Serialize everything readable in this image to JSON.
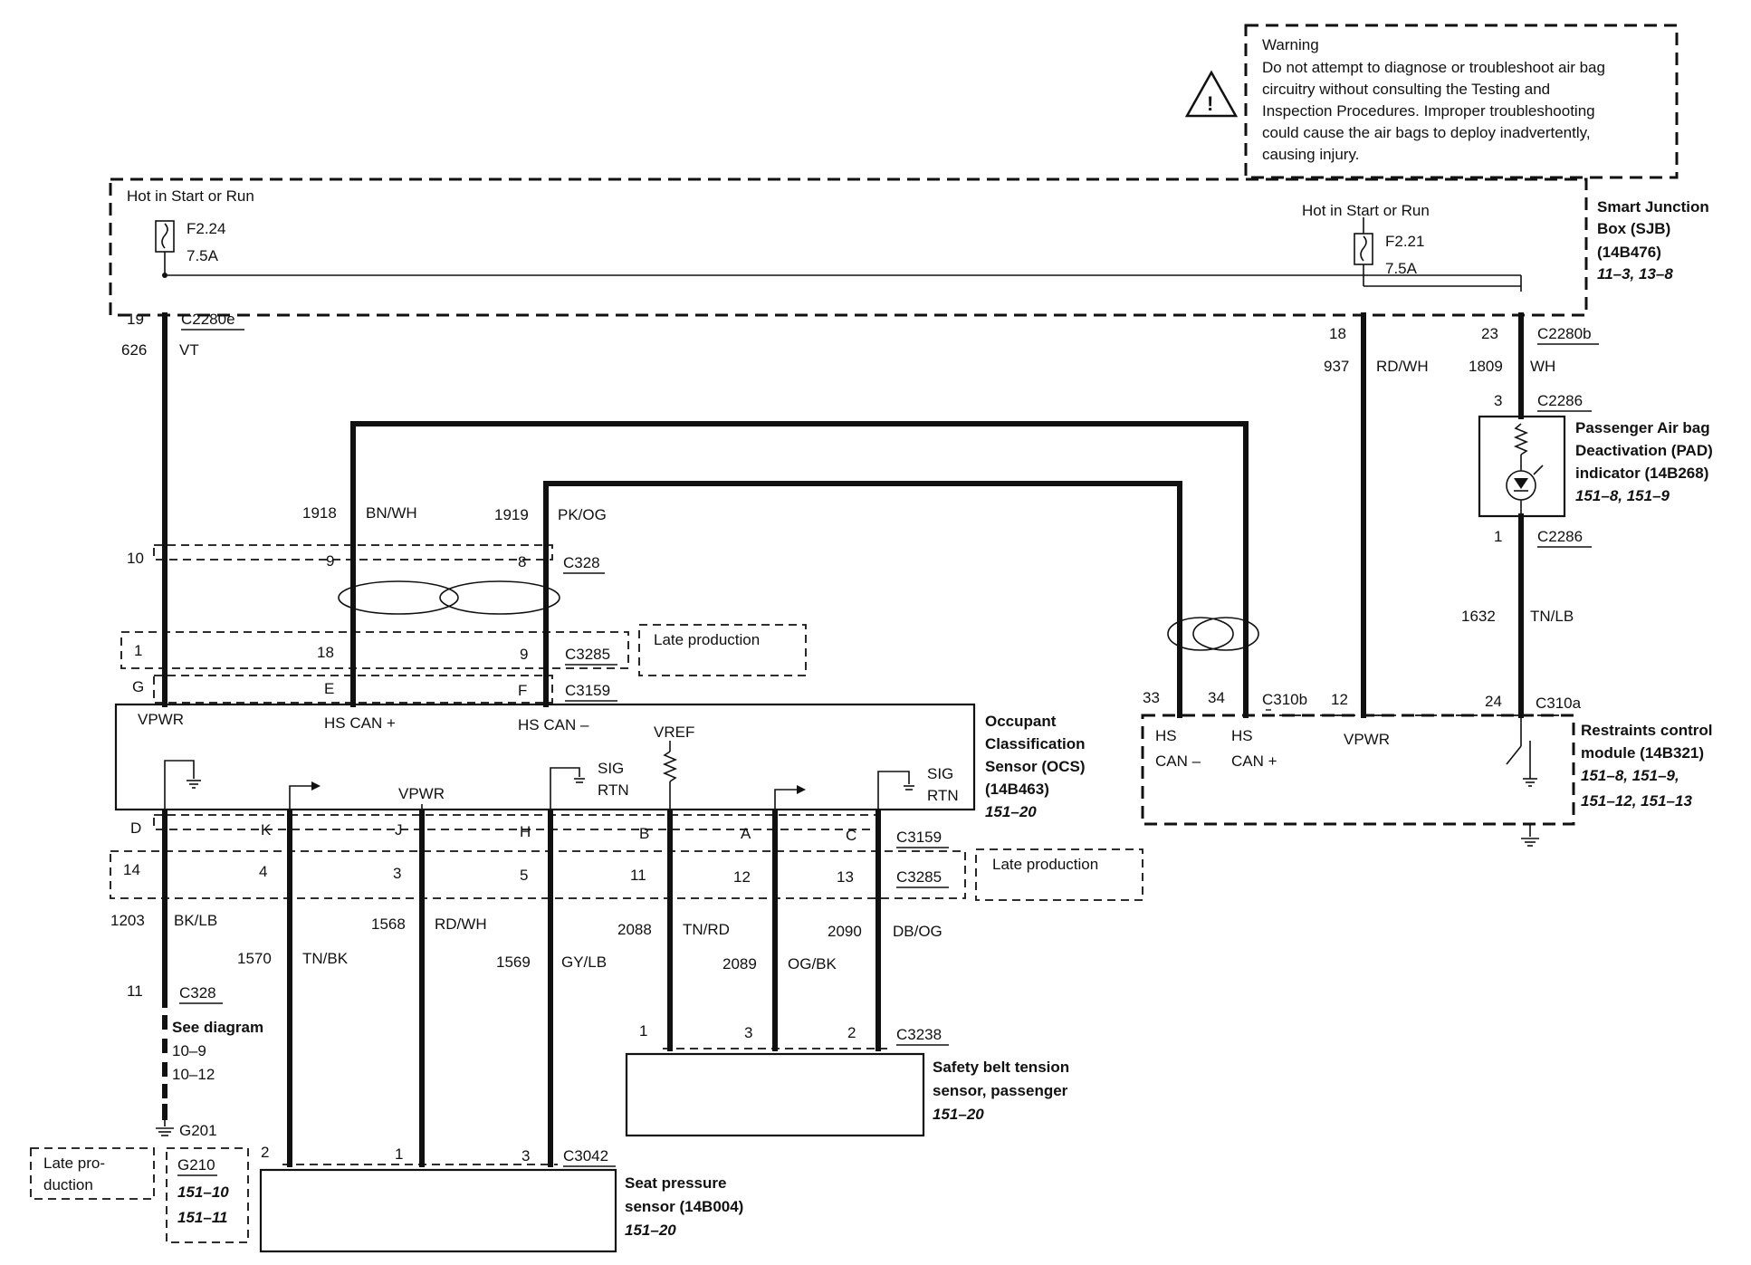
{
  "warning": {
    "title": "Warning",
    "lines": [
      "Do not attempt to diagnose or troubleshoot air bag",
      "circuitry without consulting the Testing and",
      "Inspection Procedures. Improper troubleshooting",
      "could cause the air bags to deploy inadvertently,",
      "causing injury."
    ]
  },
  "sjb": {
    "name_lines": [
      "Smart Junction",
      "Box (SJB)",
      "(14B476)"
    ],
    "refs": "11–3, 13–8",
    "left_hot": "Hot in Start or Run",
    "right_hot": "Hot in Start or Run",
    "fuse_left": {
      "id": "F2.24",
      "rating": "7.5A"
    },
    "fuse_right": {
      "id": "F2.21",
      "rating": "7.5A"
    }
  },
  "top_left": {
    "pin": "19",
    "conn": "C2280e",
    "circuit": "626",
    "color": "VT"
  },
  "top_right": {
    "pin_a": "18",
    "circuit_a": "937",
    "color_a": "RD/WH",
    "pin_b": "23",
    "conn": "C2280b",
    "circuit_b": "1809",
    "color_b": "WH"
  },
  "pad": {
    "pin_top": "3",
    "conn_top": "C2286",
    "pin_bottom": "1",
    "conn_bottom": "C2286",
    "name_lines": [
      "Passenger Air bag",
      "Deactivation (PAD)",
      "indicator (14B268)"
    ],
    "refs": "151–8, 151–9",
    "circuit": "1632",
    "color": "TN/LB"
  },
  "can": {
    "c1_circuit": "1918",
    "c1_color": "BN/WH",
    "c2_circuit": "1919",
    "c2_color": "PK/OG"
  },
  "c328": {
    "pin_left": "10",
    "pin_a": "9",
    "pin_b": "8",
    "name": "C328"
  },
  "c3285_upper": {
    "pin_left": "1",
    "pin_a": "18",
    "pin_b": "9",
    "name": "C3285",
    "note": "Late production"
  },
  "c3159_upper": {
    "pin_left": "G",
    "pin_a": "E",
    "pin_b": "F",
    "name": "C3159"
  },
  "ocs": {
    "pins_top": [
      "VPWR",
      "HS CAN +",
      "HS CAN –"
    ],
    "vref": "VREF",
    "sig_rtn_1": [
      "SIG",
      "RTN"
    ],
    "sig_rtn_2": [
      "SIG",
      "RTN"
    ],
    "vpwr_inner": "VPWR",
    "name_lines": [
      "Occupant",
      "Classification",
      "Sensor (OCS)",
      "(14B463)"
    ],
    "refs": "151–20"
  },
  "rcm": {
    "pin_33": "33",
    "pin_34": "34",
    "conn_b": "C310b",
    "pin_12": "12",
    "pin_24": "24",
    "conn_a": "C310a",
    "label_hs1": [
      "HS",
      "CAN –"
    ],
    "label_hs2": [
      "HS",
      "CAN +"
    ],
    "label_vpwr": "VPWR",
    "name_lines": [
      "Restraints control",
      "module (14B321)"
    ],
    "refs": [
      "151–8, 151–9,",
      "151–12, 151–13"
    ]
  },
  "c3159_lower": {
    "letters": [
      "D",
      "K",
      "J",
      "H",
      "B",
      "A",
      "C"
    ],
    "name": "C3159"
  },
  "c3285_lower": {
    "pins": [
      "14",
      "4",
      "3",
      "5",
      "11",
      "12",
      "13"
    ],
    "name": "C3285",
    "note": "Late production"
  },
  "lower_wires": [
    {
      "circuit": "1203",
      "color": "BK/LB"
    },
    {
      "circuit": "1570",
      "color": "TN/BK"
    },
    {
      "circuit": "1568",
      "color": "RD/WH"
    },
    {
      "circuit": "1569",
      "color": "GY/LB"
    },
    {
      "circuit": "2088",
      "color": "TN/RD"
    },
    {
      "circuit": "2089",
      "color": "OG/BK"
    },
    {
      "circuit": "2090",
      "color": "DB/OG"
    }
  ],
  "ground": {
    "pin": "11",
    "conn": "C328",
    "see": "See diagram",
    "see_refs": [
      "10–9",
      "10–12"
    ],
    "g201": "G201",
    "g210": "G210",
    "g210_refs": [
      "151–10",
      "151–11"
    ],
    "late_note": [
      "Late pro-",
      "duction"
    ]
  },
  "belt": {
    "pins": [
      "1",
      "3",
      "2"
    ],
    "conn": "C3238",
    "name_lines": [
      "Safety belt tension",
      "sensor, passenger"
    ],
    "refs": "151–20"
  },
  "seat": {
    "pins": [
      "2",
      "1",
      "3"
    ],
    "conn": "C3042",
    "name_lines": [
      "Seat pressure",
      "sensor (14B004)"
    ],
    "refs": "151–20"
  }
}
